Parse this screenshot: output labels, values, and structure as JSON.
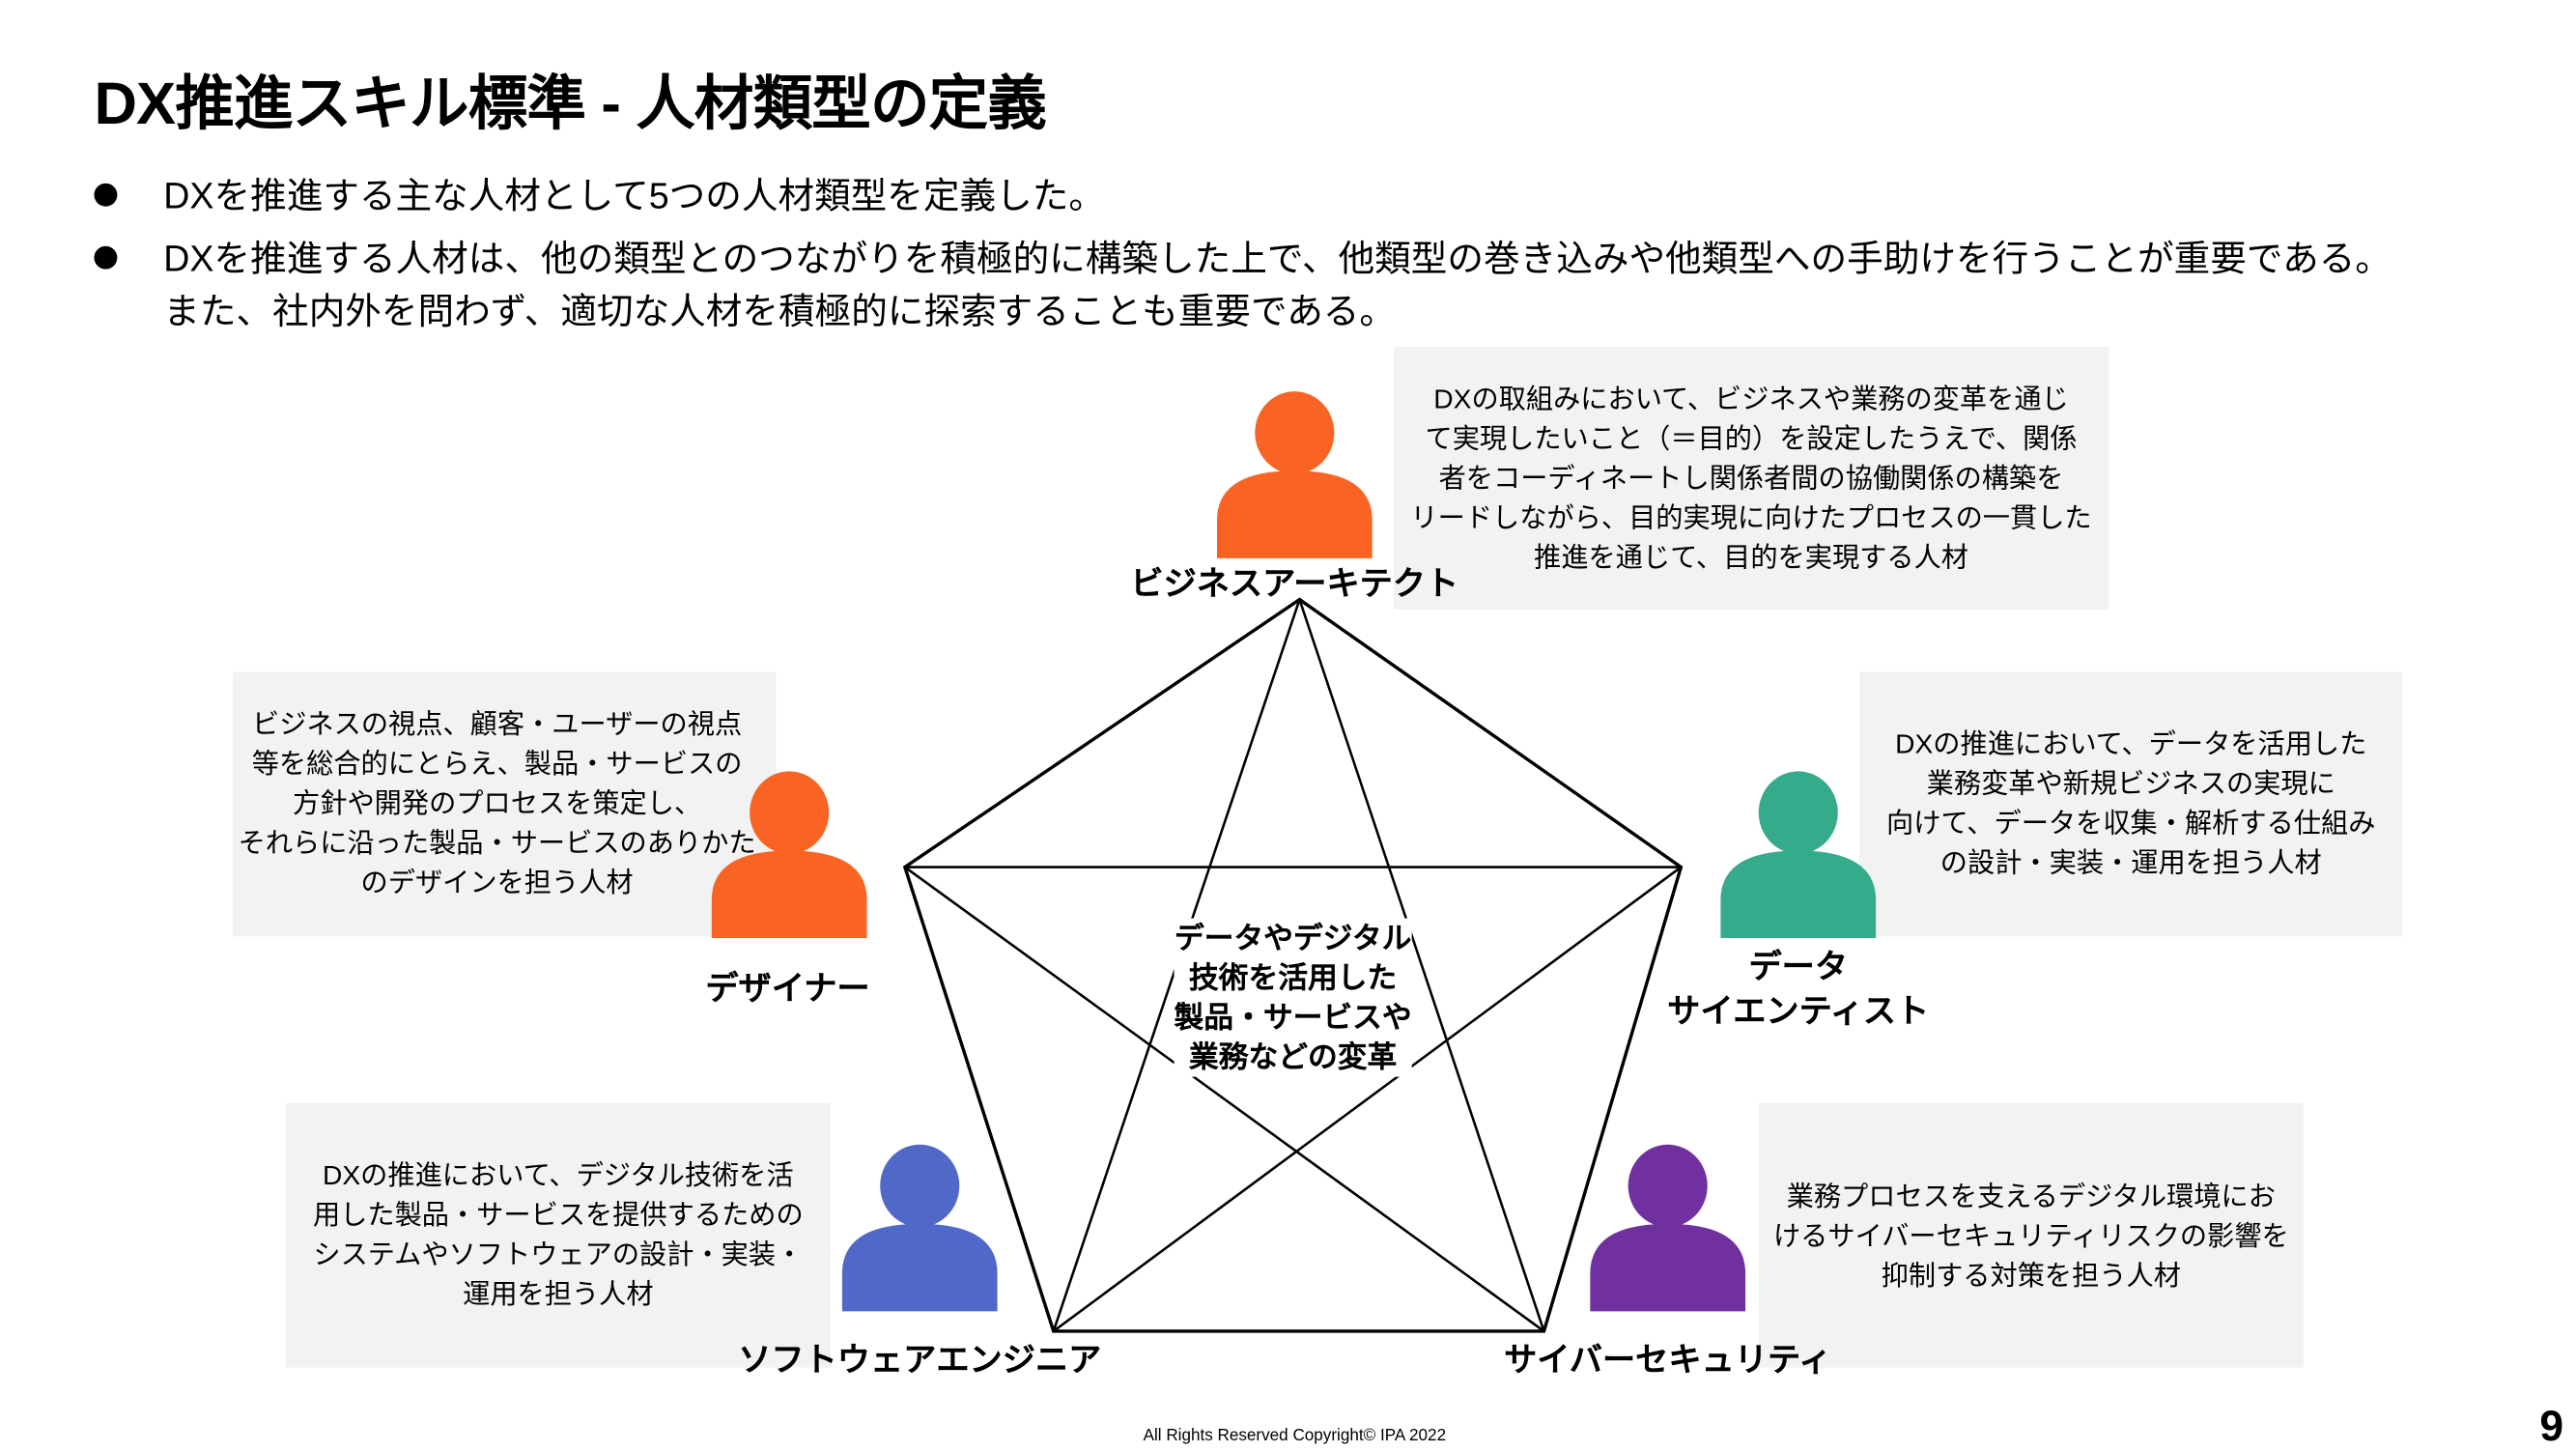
{
  "title": "DX推進スキル標準 - 人材類型の定義",
  "bullets": [
    {
      "lines": [
        "DXを推進する主な人材として5つの人材類型を定義した。"
      ]
    },
    {
      "lines": [
        "DXを推進する人材は、他の類型とのつながりを積極的に構築した上で、他類型の巻き込みや他類型への手助けを行うことが重要である。",
        "また、社内外を問わず、適切な人材を積極的に探索することも重要である。"
      ]
    }
  ],
  "center_text": [
    "データやデジタル",
    "技術を活用した",
    "製品・サービスや",
    "業務などの変革"
  ],
  "roles": {
    "business_architect": {
      "label": [
        "ビジネスアーキテクト"
      ],
      "color": "#F96424",
      "description": [
        "DXの取組みにおいて、ビジネスや業務の変革を通じ",
        "て実現したいこと（＝目的）を設定したうえで、関係",
        "者をコーディネートし関係者間の協働関係の構築を",
        "リードしながら、目的実現に向けたプロセスの一貫した",
        "推進を通じて、目的を実現する人材"
      ]
    },
    "designer": {
      "label": [
        "デザイナー"
      ],
      "color": "#F96424",
      "description": [
        "ビジネスの視点、顧客・ユーザーの視点",
        "等を総合的にとらえ、製品・サービスの",
        "方針や開発のプロセスを策定し、",
        "それらに沿った製品・サービスのありかた",
        "のデザインを担う人材"
      ]
    },
    "data_scientist": {
      "label": [
        "データ",
        "サイエンティスト"
      ],
      "color": "#35AB8C",
      "description": [
        "DXの推進において、データを活用した",
        "業務変革や新規ビジネスの実現に",
        "向けて、データを収集・解析する仕組み",
        "の設計・実装・運用を担う人材"
      ]
    },
    "software_engineer": {
      "label": [
        "ソフトウェアエンジニア"
      ],
      "color": "#5068C8",
      "description": [
        "DXの推進において、デジタル技術を活",
        "用した製品・サービスを提供するための",
        "システムやソフトウェアの設計・実装・",
        "運用を担う人材"
      ]
    },
    "cyber_security": {
      "label": [
        "サイバーセキュリティ"
      ],
      "color": "#7030A0",
      "description": [
        "業務プロセスを支えるデジタル環境にお",
        "けるサイバーセキュリティリスクの影響を",
        "抑制する対策を担う人材"
      ]
    }
  },
  "footer": {
    "copyright": "All Rights Reserved Copyright© IPA 2022",
    "page_number": "9"
  }
}
